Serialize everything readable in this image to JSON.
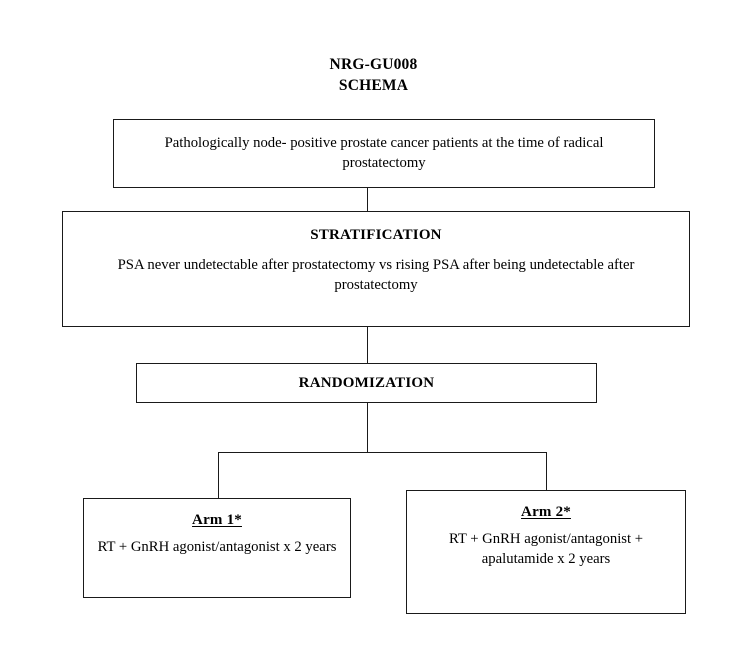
{
  "diagram": {
    "title_line1": "NRG-GU008",
    "title_line2": "SCHEMA",
    "eligibility": {
      "text": "Pathologically node- positive prostate cancer patients at the time of radical prostatectomy"
    },
    "stratification": {
      "heading": "STRATIFICATION",
      "text": "PSA never undetectable after prostatectomy vs rising PSA after being undetectable after prostatectomy"
    },
    "randomization": {
      "heading": "RANDOMIZATION"
    },
    "arms": [
      {
        "heading": "Arm 1*",
        "text": "RT + GnRH agonist/antagonist x 2 years"
      },
      {
        "heading": "Arm 2*",
        "text": "RT + GnRH agonist/antagonist + apalutamide x 2 years"
      }
    ]
  }
}
